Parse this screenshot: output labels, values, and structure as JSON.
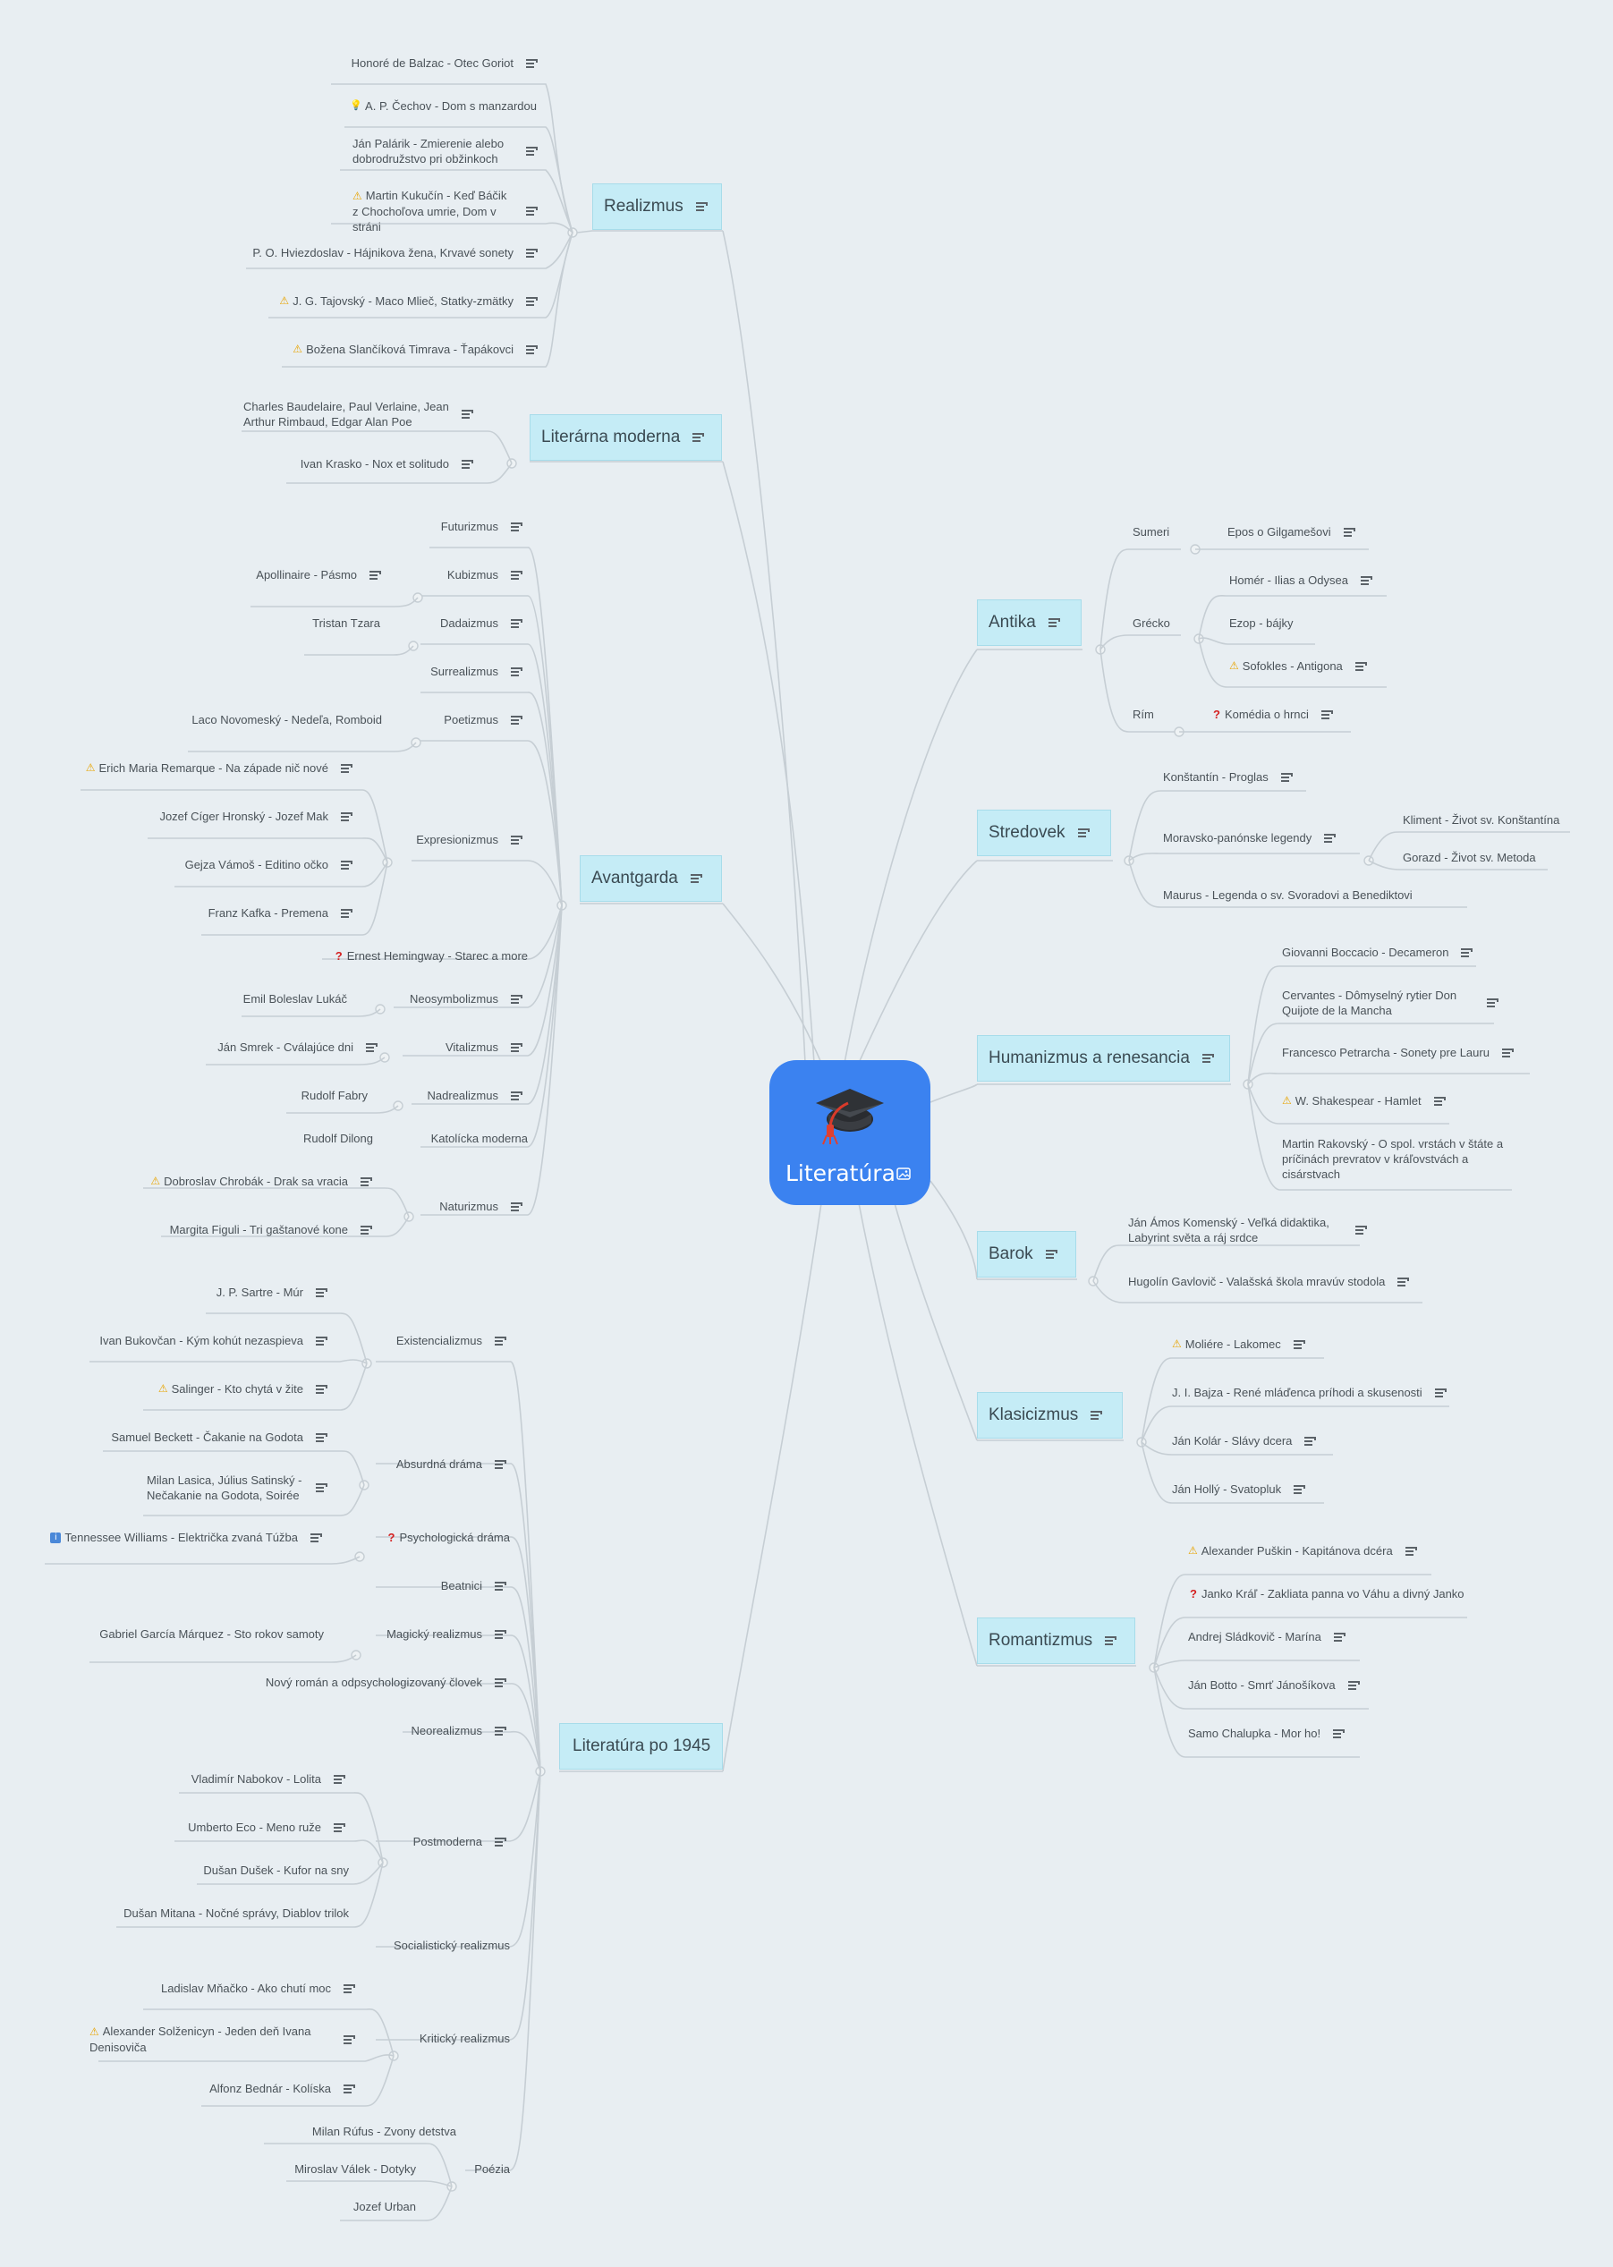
{
  "root": {
    "title": "Literatúra",
    "icon": "graduation-cap-icon",
    "attachment_icon": "image-icon"
  },
  "colors": {
    "root": "#3b82f0",
    "topic_fill": "#c5ecf6",
    "connector": "#c6ced4",
    "background": "#e8eef2"
  },
  "topics": {
    "realizmus": "Realizmus",
    "moderna": "Literárna moderna",
    "avantgarda": "Avantgarda",
    "po1945": "Literatúra po 1945",
    "antika": "Antika",
    "stredovek": "Stredovek",
    "humanizmus": "Humanizmus a renesancia",
    "barok": "Barok",
    "klasicizmus": "Klasicizmus",
    "romantizmus": "Romantizmus"
  },
  "realizmus": [
    "Honoré de Balzac - Otec Goriot",
    "A. P. Čechov - Dom s manzardou",
    "Ján Palárik - Zmierenie alebo dobrodružstvo pri obžinkoch",
    "Martin Kukučín - Keď Báčik z Chochoľova umrie, Dom v stráni",
    "P. O. Hviezdoslav - Hájnikova žena, Krvavé sonety",
    "J. G. Tajovský - Maco Mlieč, Statky-zmätky",
    "Božena Slančíková Timrava - Ťapákovci"
  ],
  "moderna": [
    "Charles Baudelaire, Paul Verlaine, Jean Arthur Rimbaud, Edgar Alan Poe",
    "Ivan Krasko - Nox et solitudo"
  ],
  "avantgarda": {
    "futurizmus": "Futurizmus",
    "kubizmus": "Kubizmus",
    "apollinaire": "Apollinaire - Pásmo",
    "dadaizmus": "Dadaizmus",
    "tzara": "Tristan Tzara",
    "surrealizmus": "Surrealizmus",
    "poetizmus": "Poetizmus",
    "novomesky": "Laco Novomeský - Nedeľa, Romboid",
    "expresionizmus": "Expresionizmus",
    "remarque": "Erich Maria Remarque - Na západe nič nové",
    "hronsky": "Jozef Cíger Hronský - Jozef Mak",
    "vamos": "Gejza Vámoš - Editino očko",
    "kafka": "Franz Kafka - Premena",
    "hemingway": "Ernest Hemingway - Starec a more",
    "neosymbolizmus": "Neosymbolizmus",
    "lukac": "Emil Boleslav Lukáč",
    "vitalizmus": "Vitalizmus",
    "smrek": "Ján Smrek - Cválajúce dni",
    "nadrealizmus": "Nadrealizmus",
    "fabry": "Rudolf Fabry",
    "katolicka": "Katolícka moderna",
    "dilong": "Rudolf Dilong",
    "naturizmus": "Naturizmus",
    "chrobak": "Dobroslav Chrobák - Drak sa vracia",
    "figuli": "Margita Figuli - Tri gaštanové kone"
  },
  "po1945": {
    "existencializmus": "Existencializmus",
    "sartre": "J. P. Sartre - Múr",
    "bukovcan": "Ivan Bukovčan - Kým kohút nezaspieva",
    "salinger": "Salinger - Kto chytá v žite",
    "absurdna": "Absurdná dráma",
    "beckett": "Samuel Beckett - Čakanie na Godota",
    "lasica": "Milan Lasica, Július Satinský - Nečakanie na Godota, Soirée",
    "psychologicka": "Psychologická dráma",
    "williams": "Tennessee Williams - Električka zvaná Túžba",
    "beatnici": "Beatnici",
    "magicky": "Magický realizmus",
    "marquez": "Gabriel García Márquez - Sto rokov samoty",
    "novyroman": "Nový román a odpsychologizovaný človek",
    "neorealizmus": "Neorealizmus",
    "postmoderna": "Postmoderna",
    "nabokov": "Vladimír Nabokov - Lolita",
    "eco": "Umberto Eco - Meno ruže",
    "dusek": "Dušan Dušek - Kufor na sny",
    "mitana": "Dušan Mitana - Nočné správy, Diablov trilok",
    "socialisticky": "Socialistický realizmus",
    "kriticky": "Kritický realizmus",
    "mnacko": "Ladislav Mňačko - Ako chutí moc",
    "solzenicyn": "Alexander Solženicyn - Jeden deň Ivana Denisoviča",
    "bednar": "Alfonz Bednár - Kolíska",
    "poezia": "Poézia",
    "rufus": "Milan Rúfus - Zvony detstva",
    "valek": "Miroslav Válek - Dotyky",
    "urban": "Jozef Urban"
  },
  "antika": {
    "sumeri": "Sumeri",
    "gilgames": "Epos o Gilgamešovi",
    "grecko": "Grécko",
    "homer": "Homér - Ilias a Odysea",
    "ezop": "Ezop - bájky",
    "sofokles": "Sofokles - Antigona",
    "rim": "Rím",
    "komedia": "Komédia o hrnci"
  },
  "stredovek": {
    "konstantin": "Konštantín - Proglas",
    "legendy": "Moravsko-panónske legendy",
    "kliment": "Kliment - Život sv. Konštantína",
    "gorazd": "Gorazd - Život sv. Metoda",
    "maurus": "Maurus - Legenda o sv. Svoradovi a Benediktovi"
  },
  "humanizmus": [
    "Giovanni Boccacio - Decameron",
    "Cervantes - Dômyselný rytier Don Quijote de la Mancha",
    "Francesco Petrarcha - Sonety pre Lauru",
    "W. Shakespear - Hamlet",
    "Martin Rakovský - O spol. vrstách v štáte a príčinách prevratov v kráľovstvách a cisárstvach"
  ],
  "barok": [
    "Ján Ámos Komenský - Veľká didaktika, Labyrint světa a ráj srdce",
    "Hugolín Gavlovič - Valašská škola mravúv stodola"
  ],
  "klasicizmus": [
    "Moliére - Lakomec",
    "J. I. Bajza - René mláďenca príhodi a skusenosti",
    "Ján Kolár - Slávy dcera",
    "Ján Hollý - Svatopluk"
  ],
  "romantizmus": [
    "Alexander Puškin - Kapitánova dcéra",
    "Janko Kráľ - Zakliata panna vo Váhu a divný Janko",
    "Andrej Sládkovič - Marína",
    "Ján Botto - Smrť Jánošíkova",
    "Samo Chalupka - Mor ho!"
  ]
}
